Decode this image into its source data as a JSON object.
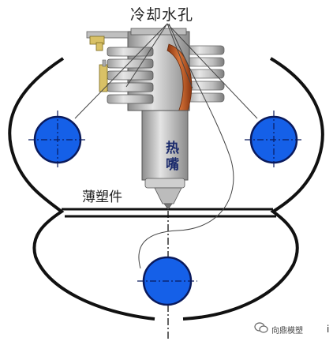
{
  "labels": {
    "cooling_holes": "冷却水孔",
    "thin_part": "薄塑件",
    "nozzle": "热嘴",
    "watermark": "向鼎模塑",
    "edge_char": "i"
  },
  "icons": {
    "watermark": "wechat-icon"
  },
  "colors": {
    "hole_fill": "#1560e8",
    "hole_stroke": "#0a1a5c",
    "outline": "#111111",
    "heater_band": "#c8c8c8",
    "heater_dark": "#8a8a8a",
    "cutaway": "#c0561f",
    "label_text": "#1a2a6c"
  }
}
